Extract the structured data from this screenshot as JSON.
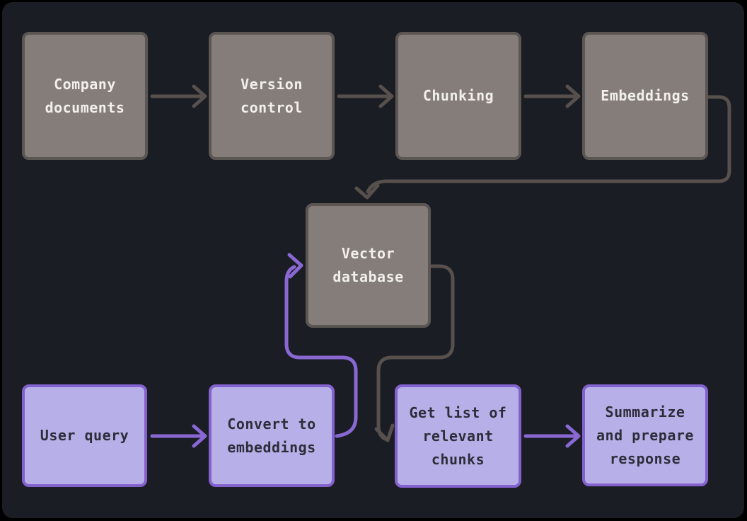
{
  "diagram": {
    "type": "flowchart",
    "description": "RAG pipeline flow diagram on dark canvas"
  },
  "colors": {
    "page_frame": "#000000",
    "canvas_bg": "#1a1d24",
    "gray_node_fill": "#857d79",
    "gray_node_border": "#5c5653",
    "gray_node_text": "#f2efec",
    "purple_node_fill": "#b7b0e8",
    "purple_node_border": "#8462ce",
    "purple_node_text": "#2f2c3a",
    "arrow_dark": "#57504d",
    "arrow_purple": "#8a68d4"
  },
  "nodes": [
    {
      "id": "company-documents",
      "label": "Company\ndocuments",
      "style": "gray"
    },
    {
      "id": "version-control",
      "label": "Version\ncontrol",
      "style": "gray"
    },
    {
      "id": "chunking",
      "label": "Chunking",
      "style": "gray"
    },
    {
      "id": "embeddings",
      "label": "Embeddings",
      "style": "gray"
    },
    {
      "id": "vector-database",
      "label": "Vector\ndatabase",
      "style": "gray"
    },
    {
      "id": "user-query",
      "label": "User query",
      "style": "purple"
    },
    {
      "id": "convert-to-embeddings",
      "label": "Convert to\nembeddings",
      "style": "purple"
    },
    {
      "id": "get-relevant-chunks",
      "label": "Get list of\nrelevant\nchunks",
      "style": "purple"
    },
    {
      "id": "summarize-response",
      "label": "Summarize\nand prepare\nresponse",
      "style": "purple"
    }
  ],
  "edges": [
    {
      "from": "company-documents",
      "to": "version-control",
      "color": "dark"
    },
    {
      "from": "version-control",
      "to": "chunking",
      "color": "dark"
    },
    {
      "from": "chunking",
      "to": "embeddings",
      "color": "dark"
    },
    {
      "from": "embeddings",
      "to": "vector-database",
      "color": "dark"
    },
    {
      "from": "vector-database",
      "to": "get-relevant-chunks",
      "color": "dark"
    },
    {
      "from": "user-query",
      "to": "convert-to-embeddings",
      "color": "purple"
    },
    {
      "from": "convert-to-embeddings",
      "to": "vector-database",
      "color": "purple"
    },
    {
      "from": "get-relevant-chunks",
      "to": "summarize-response",
      "color": "purple"
    }
  ]
}
